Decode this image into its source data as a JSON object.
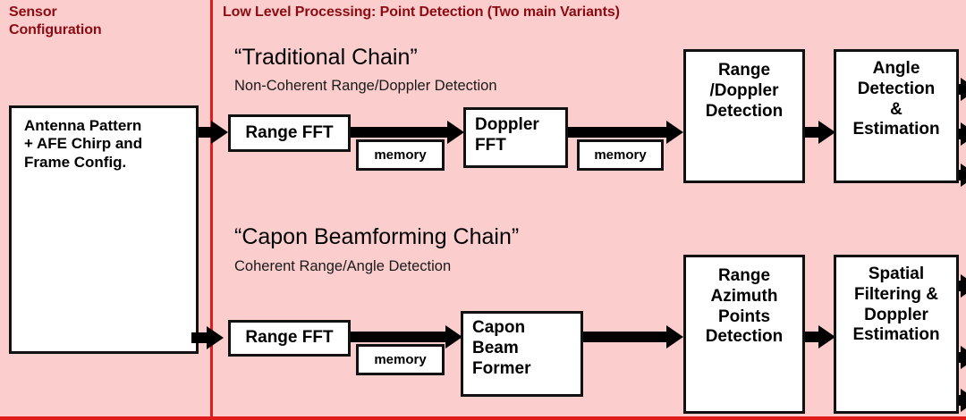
{
  "diagram": {
    "background_color": "#fbcdcd",
    "divider_color": "#e01b1b",
    "box_border_color": "#111111",
    "heading_color": "#8c0b12",
    "arrow_color": "#000000"
  },
  "left_panel": {
    "heading": "Sensor\nConfiguration",
    "box_label": "Antenna Pattern\n+ AFE Chirp and\nFrame Config."
  },
  "right_panel": {
    "heading": "Low Level Processing: Point Detection (Two main Variants)"
  },
  "chains": [
    {
      "title": "“Traditional Chain”",
      "subtitle": "Non-Coherent Range/Doppler Detection",
      "stages": [
        {
          "label": "Range FFT"
        },
        {
          "label": "Doppler\nFFT"
        },
        {
          "label": "Range\n/Doppler\nDetection"
        },
        {
          "label": "Angle\nDetection\n&\nEstimation"
        }
      ],
      "memories": [
        {
          "label": "memory"
        },
        {
          "label": "memory"
        }
      ]
    },
    {
      "title": "“Capon Beamforming Chain”",
      "subtitle": "Coherent Range/Angle Detection",
      "stages": [
        {
          "label": "Range FFT"
        },
        {
          "label": "Capon\nBeam\nFormer"
        },
        {
          "label": "Range\nAzimuth\nPoints\nDetection"
        },
        {
          "label": "Spatial\nFiltering &\nDoppler\nEstimation"
        }
      ],
      "memories": [
        {
          "label": "memory"
        }
      ]
    }
  ]
}
